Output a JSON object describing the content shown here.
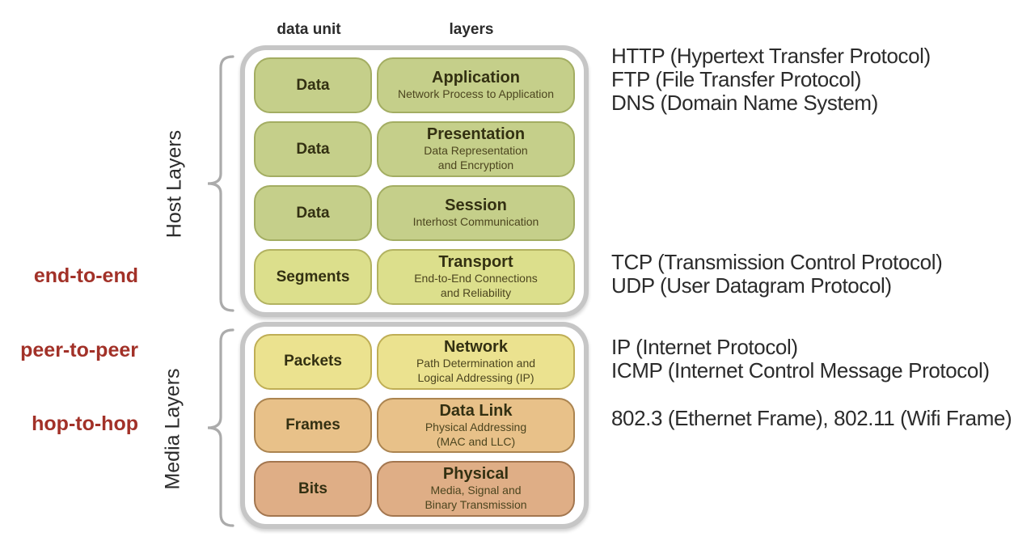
{
  "palette": {
    "accent_red": "#a23128",
    "frame_gray": "#c6c6c6",
    "brace_gray": "#ababab"
  },
  "column_headers": {
    "data_unit": "data unit",
    "layers": "layers"
  },
  "group_labels": {
    "host": "Host Layers",
    "media": "Media Layers"
  },
  "side_labels": {
    "end_to_end": "end-to-end",
    "peer_to_peer": "peer-to-peer",
    "hop_to_hop": "hop-to-hop"
  },
  "groups": [
    {
      "label": "Host Layers",
      "rows": [
        {
          "data_unit": "Data",
          "layer": "Application",
          "description": "Network Process to Application",
          "fill": "#c5cf8a",
          "border": "#a3ad62"
        },
        {
          "data_unit": "Data",
          "layer": "Presentation",
          "description": "Data Representation\nand Encryption",
          "fill": "#c5cf8a",
          "border": "#a3ad62"
        },
        {
          "data_unit": "Data",
          "layer": "Session",
          "description": "Interhost Communication",
          "fill": "#c5cf8a",
          "border": "#a3ad62"
        },
        {
          "data_unit": "Segments",
          "layer": "Transport",
          "description": "End-to-End Connections\nand Reliability",
          "fill": "#dcdf8c",
          "border": "#b2b260"
        }
      ]
    },
    {
      "label": "Media Layers",
      "rows": [
        {
          "data_unit": "Packets",
          "layer": "Network",
          "description": "Path Determination and\nLogical Addressing (IP)",
          "fill": "#ebe28f",
          "border": "#bfae55"
        },
        {
          "data_unit": "Frames",
          "layer": "Data Link",
          "description": "Physical Addressing\n(MAC and LLC)",
          "fill": "#e8c189",
          "border": "#ab8450"
        },
        {
          "data_unit": "Bits",
          "layer": "Physical",
          "description": "Media, Signal and\nBinary Transmission",
          "fill": "#dfae86",
          "border": "#a3764f"
        }
      ]
    }
  ],
  "annotations": [
    {
      "lines": [
        "HTTP (Hypertext Transfer Protocol)",
        "FTP (File Transfer Protocol)",
        "DNS (Domain Name System)"
      ]
    },
    {
      "lines": [
        "TCP (Transmission Control Protocol)",
        "UDP (User Datagram Protocol)"
      ]
    },
    {
      "lines": [
        "IP (Internet Protocol)",
        "ICMP (Internet Control Message Protocol)"
      ]
    },
    {
      "lines": [
        "802.3 (Ethernet Frame), 802.11 (Wifi Frame)"
      ]
    }
  ]
}
